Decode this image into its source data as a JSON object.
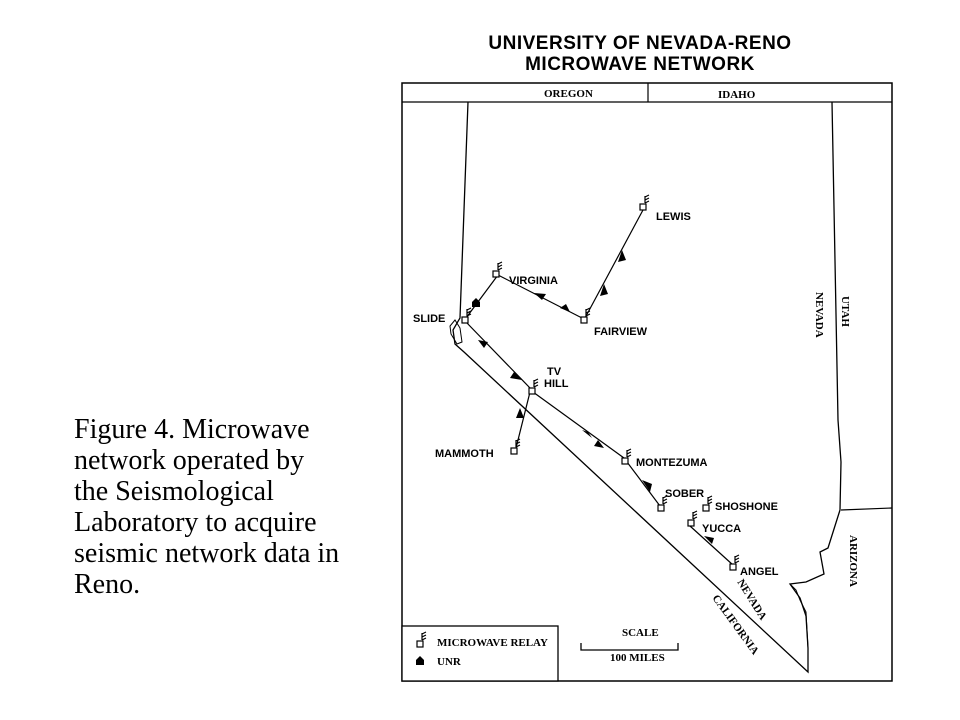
{
  "caption": {
    "lines": [
      "Figure 4.  Microwave",
      "network operated by",
      "the Seismological",
      "Laboratory to acquire",
      "seismic  network data in",
      "Reno."
    ]
  },
  "map": {
    "title_line1": "UNIVERSITY OF NEVADA-RENO",
    "title_line2": "MICROWAVE NETWORK",
    "states": {
      "oregon": "OREGON",
      "idaho": "IDAHO",
      "nevada_east": "NEVADA",
      "utah": "UTAH",
      "nevada_south": "NEVADA",
      "california": "CALIFORNIA",
      "arizona": "ARIZONA"
    },
    "stations": {
      "lewis": "LEWIS",
      "virginia": "VIRGINIA",
      "slide": "SLIDE",
      "fairview": "FAIRVIEW",
      "tv": "TV",
      "hill": "HILL",
      "mammoth": "MAMMOTH",
      "montezuma": "MONTEZUMA",
      "sober": "SOBER",
      "shoshone": "SHOSHONE",
      "yucca": "YUCCA",
      "angel": "ANGEL"
    },
    "legend": {
      "relay": "MICROWAVE RELAY",
      "unr": "UNR"
    },
    "scale": {
      "title": "SCALE",
      "label": "100 MILES"
    }
  }
}
